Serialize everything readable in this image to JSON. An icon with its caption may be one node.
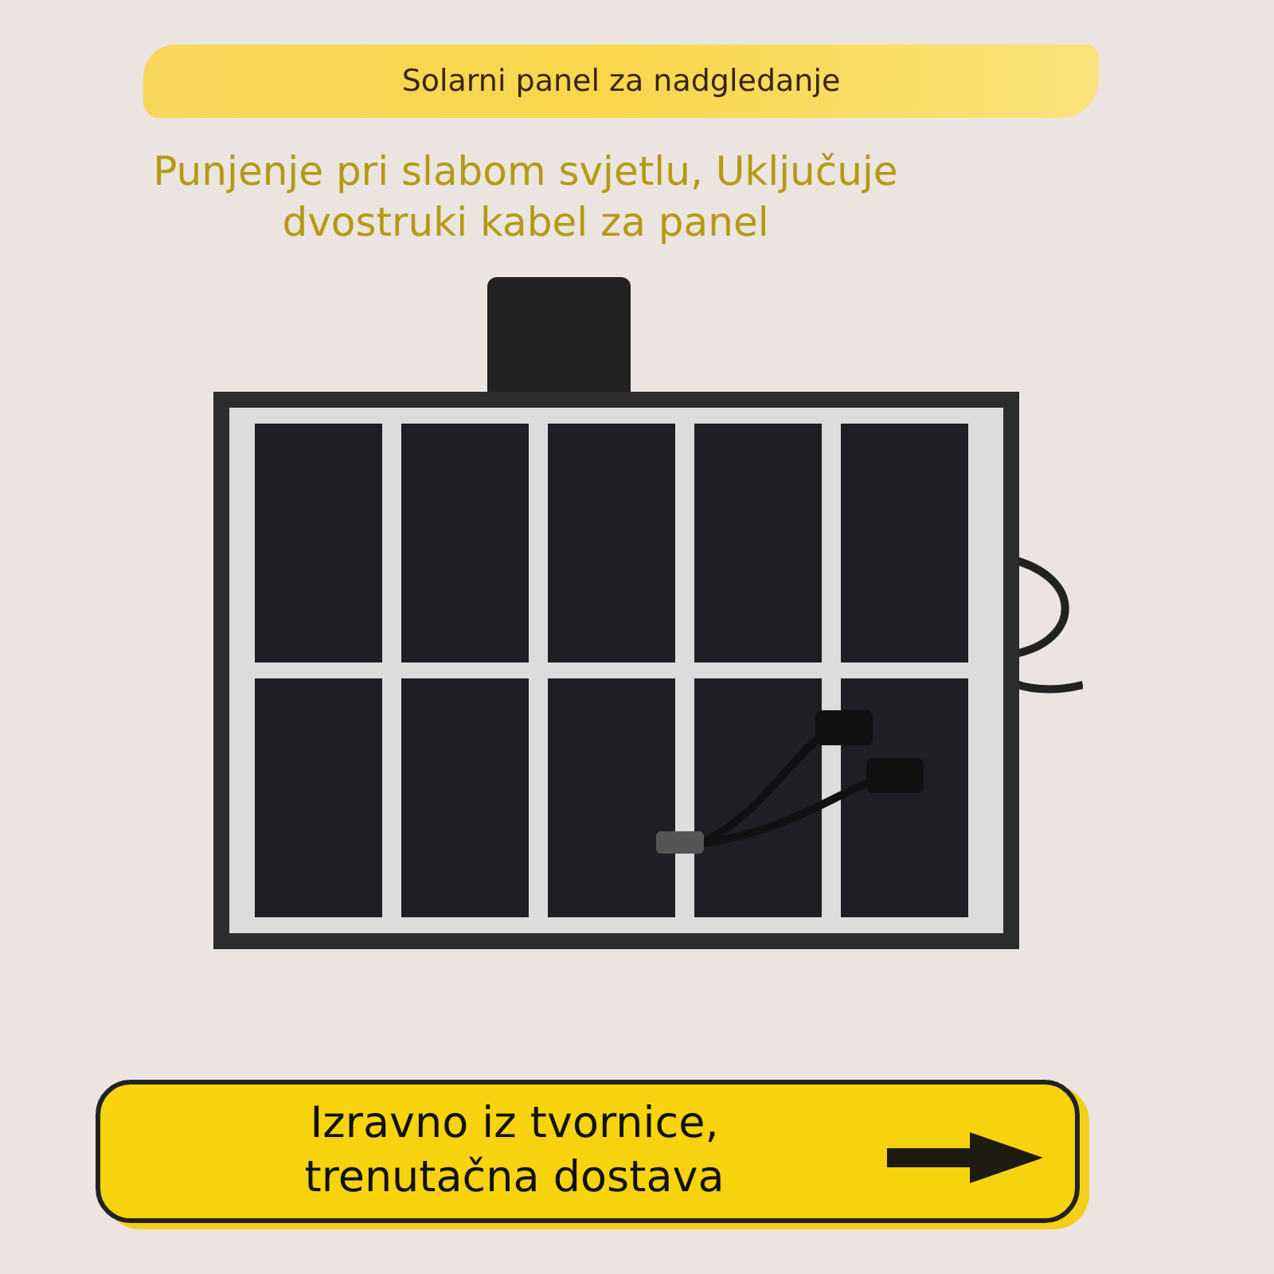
{
  "diagram": {
    "title": "Solarni panel za nadgledanje",
    "nodes": [
      {
        "text": [
          "Izravno iz tvornice, trenutačna dostava"
        ]
      }
    ],
    "edges": [],
    "labels": [
      "Punjenje pri slabom svjetlu, Uključuje dvostruki kabel za panel"
    ]
  }
}
